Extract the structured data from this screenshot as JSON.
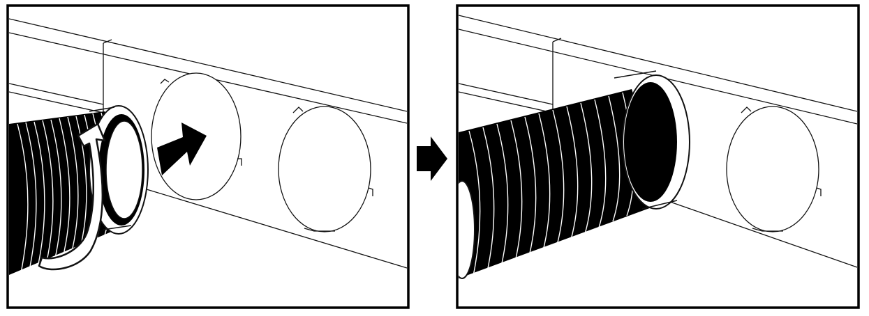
{
  "figure": {
    "panels": [
      {
        "id": "step-1",
        "icons": [
          "duct-hose",
          "window-panel",
          "rotate-arrow-icon",
          "push-arrow-icon"
        ]
      },
      {
        "id": "step-2",
        "icons": [
          "duct-hose",
          "window-panel"
        ]
      }
    ],
    "transition_icon": "next-step-arrow-icon",
    "colors": {
      "line": "#111111",
      "background": "#ffffff",
      "hose_dark": "#000000"
    }
  }
}
